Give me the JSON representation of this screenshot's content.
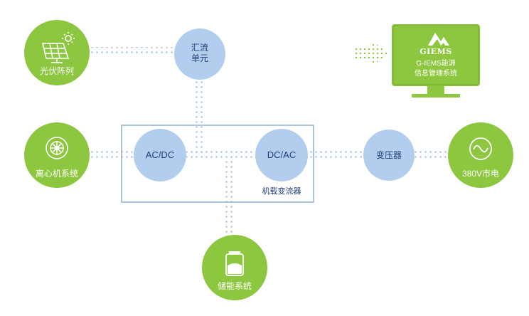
{
  "nodes": {
    "pv_array": "光伏阵列",
    "combiner": "汇流\n单元",
    "centrifuge": "离心机系统",
    "ac_dc": "AC/DC",
    "dc_ac": "DC/AC",
    "converter_group": "机载变流器",
    "transformer": "变压器",
    "grid": "380V市电",
    "storage": "储能系统"
  },
  "monitor": {
    "logo": "GIEMS",
    "title_line1": "G-IEMS能源",
    "title_line2": "信息管理系统"
  },
  "colors": {
    "green": "#8dc63f",
    "green_dark": "#6ea92b",
    "blue_node": "#b3cdee",
    "blue_text": "#1f3f7a",
    "dots": "#a8c3de",
    "frame": "#7fa3cd"
  }
}
